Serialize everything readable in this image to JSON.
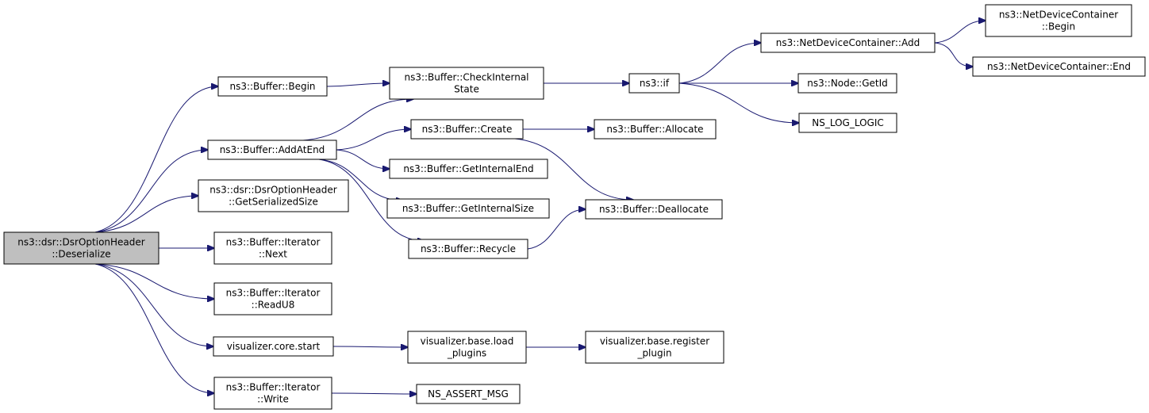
{
  "nodes": [
    {
      "id": "root",
      "lines": [
        "ns3::dsr::DsrOptionHeader",
        "::Deserialize"
      ],
      "root": true
    },
    {
      "id": "buf-begin",
      "lines": [
        "ns3::Buffer::Begin"
      ]
    },
    {
      "id": "buf-addatend",
      "lines": [
        "ns3::Buffer::AddAtEnd"
      ]
    },
    {
      "id": "dsr-getserializedsize",
      "lines": [
        "ns3::dsr::DsrOptionHeader",
        "::GetSerializedSize"
      ]
    },
    {
      "id": "iter-next",
      "lines": [
        "ns3::Buffer::Iterator",
        "::Next"
      ]
    },
    {
      "id": "iter-readu8",
      "lines": [
        "ns3::Buffer::Iterator",
        "::ReadU8"
      ]
    },
    {
      "id": "vis-core-start",
      "lines": [
        "visualizer.core.start"
      ]
    },
    {
      "id": "iter-write",
      "lines": [
        "ns3::Buffer::Iterator",
        "::Write"
      ]
    },
    {
      "id": "buf-checkinternalstate",
      "lines": [
        "ns3::Buffer::CheckInternal",
        "State"
      ]
    },
    {
      "id": "buf-create",
      "lines": [
        "ns3::Buffer::Create"
      ]
    },
    {
      "id": "buf-getinternalend",
      "lines": [
        "ns3::Buffer::GetInternalEnd"
      ]
    },
    {
      "id": "buf-getinternalsize",
      "lines": [
        "ns3::Buffer::GetInternalSize"
      ]
    },
    {
      "id": "buf-recycle",
      "lines": [
        "ns3::Buffer::Recycle"
      ]
    },
    {
      "id": "vis-base-loadplugins",
      "lines": [
        "visualizer.base.load",
        "_plugins"
      ]
    },
    {
      "id": "ns-assert-msg",
      "lines": [
        "NS_ASSERT_MSG"
      ]
    },
    {
      "id": "ns3-if",
      "lines": [
        "ns3::if"
      ]
    },
    {
      "id": "buf-allocate",
      "lines": [
        "ns3::Buffer::Allocate"
      ]
    },
    {
      "id": "buf-deallocate",
      "lines": [
        "ns3::Buffer::Deallocate"
      ]
    },
    {
      "id": "vis-base-registerplugin",
      "lines": [
        "visualizer.base.register",
        "_plugin"
      ]
    },
    {
      "id": "ndc-add",
      "lines": [
        "ns3::NetDeviceContainer::Add"
      ]
    },
    {
      "id": "node-getid",
      "lines": [
        "ns3::Node::GetId"
      ]
    },
    {
      "id": "ns-log-logic",
      "lines": [
        "NS_LOG_LOGIC"
      ]
    },
    {
      "id": "ndc-begin",
      "lines": [
        "ns3::NetDeviceContainer",
        "::Begin"
      ]
    },
    {
      "id": "ndc-end",
      "lines": [
        "ns3::NetDeviceContainer::End"
      ]
    }
  ],
  "edges": [
    [
      "root",
      "buf-begin"
    ],
    [
      "root",
      "buf-addatend"
    ],
    [
      "root",
      "dsr-getserializedsize"
    ],
    [
      "root",
      "iter-next"
    ],
    [
      "root",
      "iter-readu8"
    ],
    [
      "root",
      "vis-core-start"
    ],
    [
      "root",
      "iter-write"
    ],
    [
      "buf-begin",
      "buf-checkinternalstate"
    ],
    [
      "buf-addatend",
      "buf-checkinternalstate"
    ],
    [
      "buf-addatend",
      "buf-create"
    ],
    [
      "buf-addatend",
      "buf-getinternalend"
    ],
    [
      "buf-addatend",
      "buf-getinternalsize"
    ],
    [
      "buf-addatend",
      "buf-recycle"
    ],
    [
      "buf-checkinternalstate",
      "ns3-if"
    ],
    [
      "buf-create",
      "buf-allocate"
    ],
    [
      "buf-create",
      "buf-deallocate"
    ],
    [
      "buf-recycle",
      "buf-deallocate"
    ],
    [
      "vis-core-start",
      "vis-base-loadplugins"
    ],
    [
      "vis-base-loadplugins",
      "vis-base-registerplugin"
    ],
    [
      "iter-write",
      "ns-assert-msg"
    ],
    [
      "ns3-if",
      "ndc-add"
    ],
    [
      "ns3-if",
      "node-getid"
    ],
    [
      "ns3-if",
      "ns-log-logic"
    ],
    [
      "ndc-add",
      "ndc-begin"
    ],
    [
      "ndc-add",
      "ndc-end"
    ]
  ],
  "colors": {
    "edge": "#191970",
    "root_fill": "#bfbfbf",
    "node_fill": "#ffffff"
  }
}
